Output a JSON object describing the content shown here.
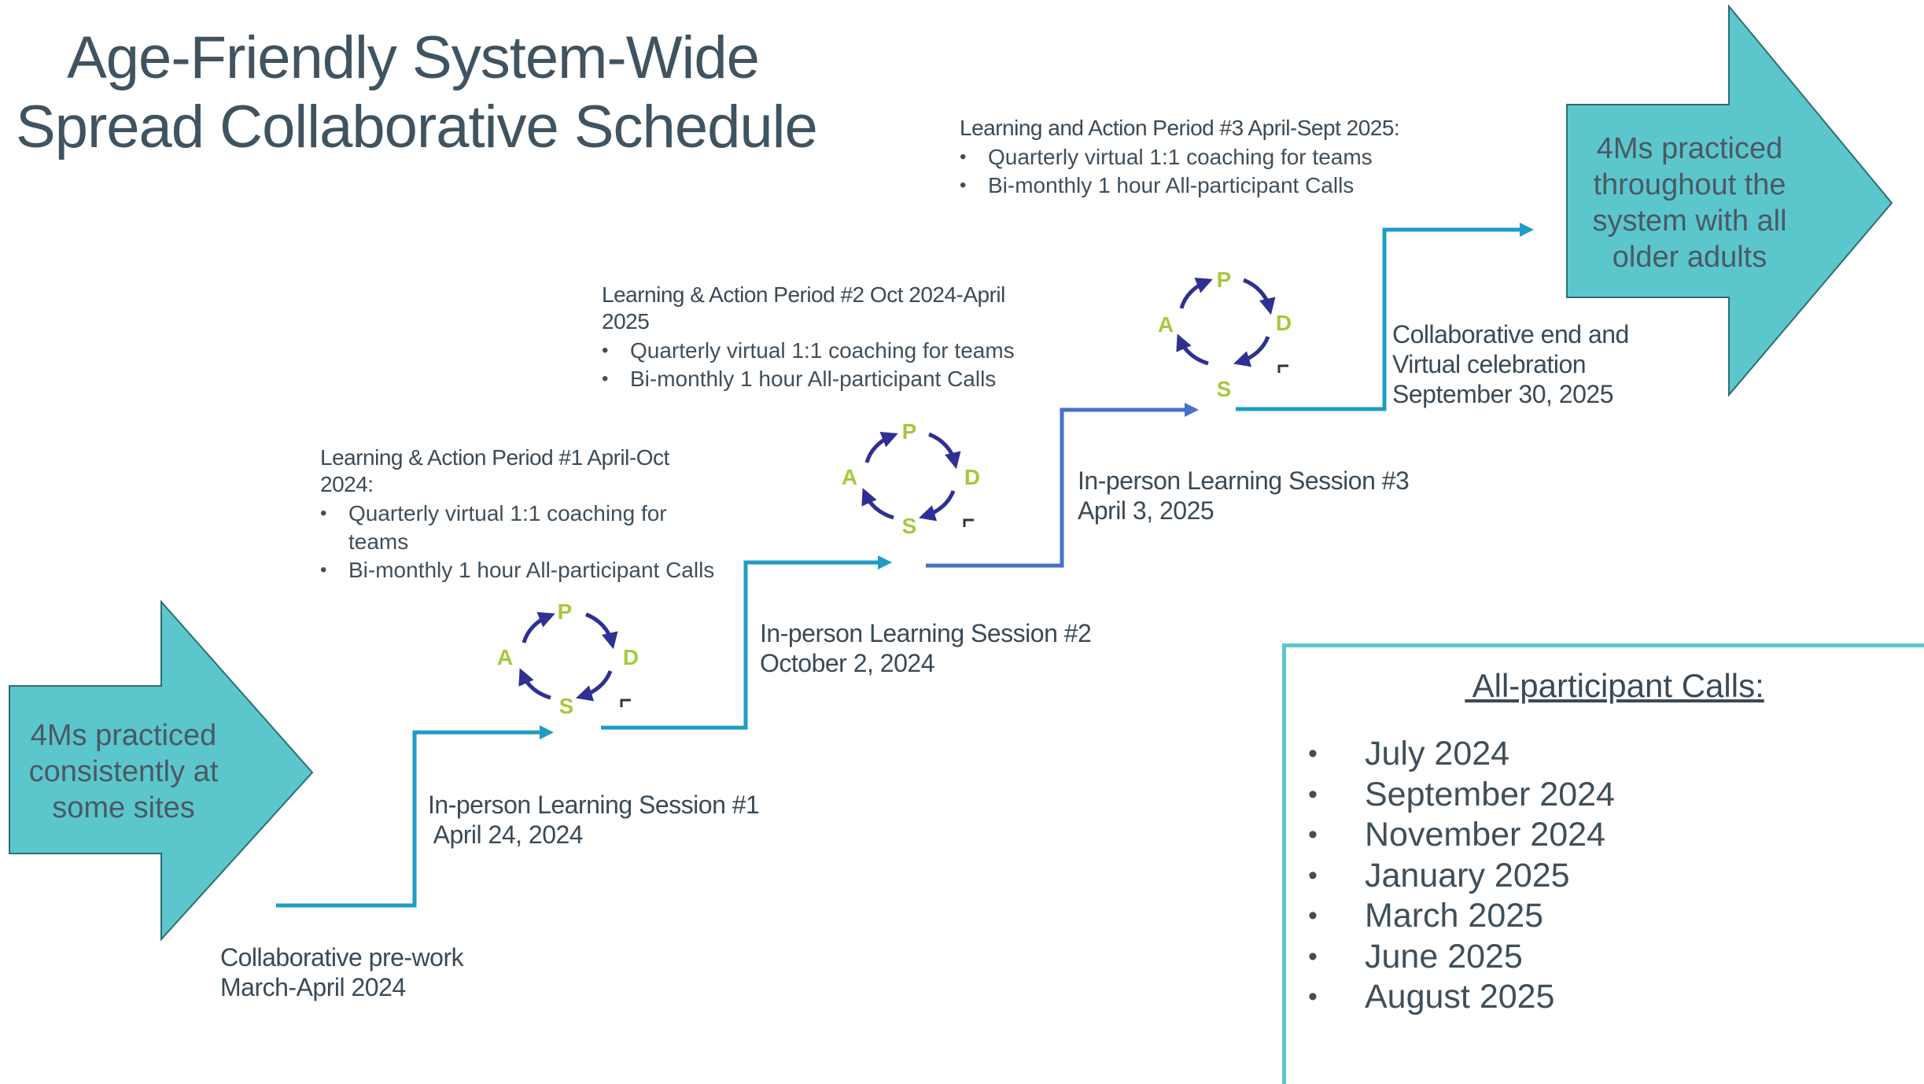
{
  "title": {
    "line1": "Age-Friendly System-Wide",
    "line2": "Spread Collaborative Schedule"
  },
  "left_arrow": {
    "text": "4Ms practiced consistently at some sites"
  },
  "right_arrow": {
    "text": "4Ms practiced throughout the system with all older adults"
  },
  "pdsa_labels": {
    "p": "P",
    "d": "D",
    "s": "S",
    "a": "A"
  },
  "steps": {
    "prework": {
      "line1": "Collaborative pre-work",
      "line2": "March-April 2024"
    },
    "session1": {
      "line1": "In-person Learning Session #1",
      "line2": " April 24, 2024"
    },
    "session2": {
      "line1": "In-person Learning Session #2",
      "line2": "October 2, 2024"
    },
    "session3": {
      "line1": "In-person Learning Session #3",
      "line2": "April 3, 2025"
    },
    "end": {
      "line1": "Collaborative end and",
      "line2": "Virtual celebration",
      "line3": "September 30, 2025"
    }
  },
  "periods": {
    "p1": {
      "header_line1": "Learning & Action Period #1 April-Oct",
      "header_line2": "2024",
      "colon": ":",
      "bullet1_line1": "Quarterly virtual 1:1 coaching for",
      "bullet1_line2": "teams",
      "bullet2": "Bi-monthly 1 hour All-participant Calls"
    },
    "p2": {
      "header_line1": "Learning & Action Period #2 Oct 2024-April",
      "header_line2": "2025",
      "bullet1": "Quarterly virtual 1:1 coaching for teams",
      "bullet2": "Bi-monthly 1 hour All-participant Calls"
    },
    "p3": {
      "header": "Learning and Action Period #3 April-Sept 2025",
      "colon": ":",
      "bullet1": "Quarterly virtual 1:1 coaching for teams",
      "bullet2": "Bi-monthly 1 hour All-participant Calls"
    }
  },
  "calls_box": {
    "title": " All-participant Calls:",
    "items": [
      "July 2024",
      "September 2024",
      "November 2024",
      "January 2025",
      "March 2025",
      "June 2025",
      "August 2025"
    ]
  },
  "colors": {
    "teal_arrow": "#5cc6cd",
    "step_line": "#1e9cc6",
    "step_line_upper": "#4472c4",
    "pdsa_arrow": "#2e3192",
    "pdsa_letter": "#a5c93d"
  }
}
